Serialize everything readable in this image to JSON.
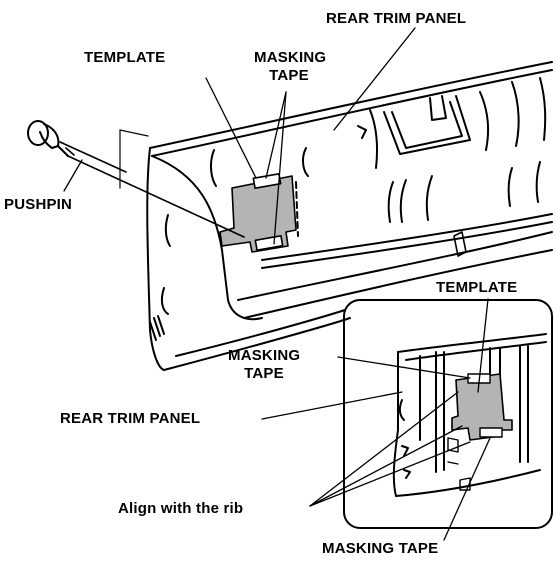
{
  "labels": {
    "rear_trim_panel_top": "REAR TRIM PANEL",
    "template_top": "TEMPLATE",
    "masking_tape_top_line1": "MASKING",
    "masking_tape_top_line2": "TAPE",
    "pushpin": "PUSHPIN",
    "template_inset": "TEMPLATE",
    "masking_tape_inset_line1": "MASKING",
    "masking_tape_inset_line2": "TAPE",
    "rear_trim_panel_inset": "REAR TRIM PANEL",
    "align_with_rib": "Align with the rib",
    "masking_tape_bottom": "MASKING TAPE"
  },
  "colors": {
    "ink": "#000000",
    "template_fill": "#b4b4b4",
    "background": "#ffffff"
  }
}
